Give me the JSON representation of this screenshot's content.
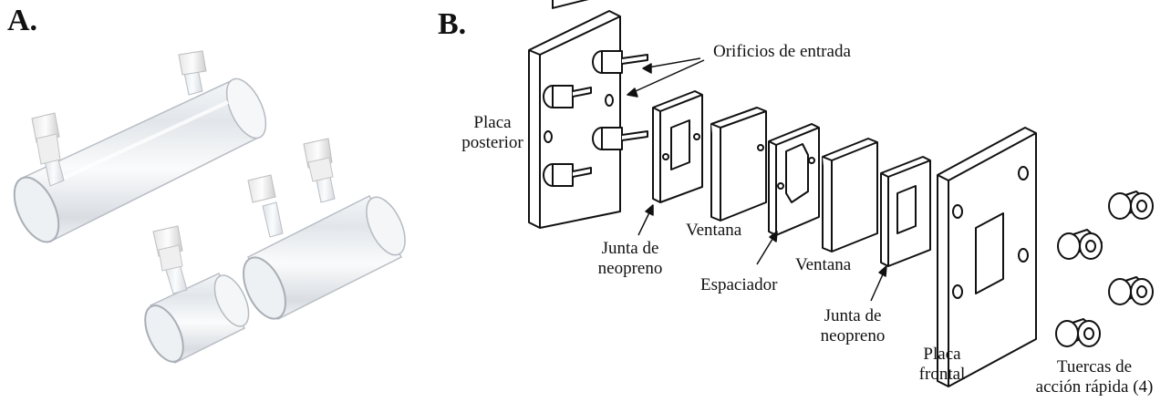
{
  "panels": {
    "a": {
      "letter": "A."
    },
    "b": {
      "letter": "B."
    }
  },
  "labels": {
    "orificios": "Orificios de entrada",
    "placa_posterior": [
      "Placa",
      "posterior"
    ],
    "junta1": [
      "Junta de",
      "neopreno"
    ],
    "ventana1": "Ventana",
    "espaciador": "Espaciador",
    "ventana2": "Ventana",
    "junta2": [
      "Junta de",
      "neopreno"
    ],
    "placa_frontal": [
      "Placa",
      "frontal"
    ],
    "tuercas": [
      "Tuercas de",
      "acción rápida (4)"
    ]
  },
  "parts": [
    {
      "id": "back-plate"
    },
    {
      "id": "inlet-port"
    },
    {
      "id": "neoprene-gasket"
    },
    {
      "id": "window"
    },
    {
      "id": "spacer"
    },
    {
      "id": "front-plate"
    },
    {
      "id": "quick-release-nut"
    }
  ]
}
